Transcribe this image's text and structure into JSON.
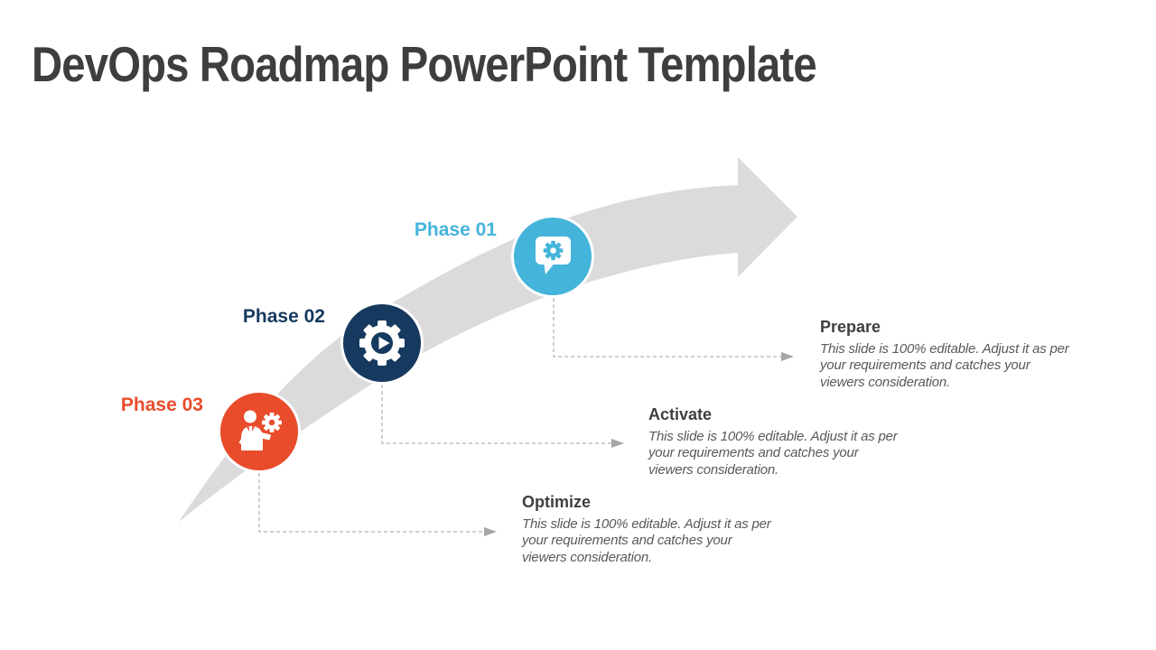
{
  "title": "DevOps Roadmap PowerPoint Template",
  "phases": [
    {
      "label": "Phase 01",
      "color": "#45B4DB",
      "icon": "chat-bubble-gear-icon",
      "step_title": "Prepare",
      "step_description": "This slide is 100% editable. Adjust it as per your requirements and catches your viewers consideration.",
      "step_description_lines": [
        "This slide is 100% editable. Adjust it as per",
        "your requirements and catches your",
        "viewers consideration."
      ]
    },
    {
      "label": "Phase 02",
      "color": "#16395F",
      "icon": "gear-play-icon",
      "step_title": "Activate",
      "step_description": "This slide is 100% editable. Adjust it as per your requirements and catches your viewers consideration.",
      "step_description_lines": [
        "This slide is 100% editable. Adjust it as per",
        "your requirements and catches your",
        "viewers consideration."
      ]
    },
    {
      "label": "Phase 03",
      "color": "#E84C2B",
      "icon": "person-gear-icon",
      "step_title": "Optimize",
      "step_description": "This slide is 100% editable. Adjust it as per your requirements and catches your viewers consideration.",
      "step_description_lines": [
        "This slide is 100% editable. Adjust it as per",
        "your requirements and catches your",
        "viewers consideration."
      ]
    }
  ],
  "colors": {
    "background": "#FFFFFF",
    "arrow": "#DBDBDB",
    "connector_line": "#B5B5B5",
    "connector_arrow": "#A6A6A6",
    "title_text": "#3E3E3E",
    "step_title_text": "#3F3F3F",
    "step_body_text": "#595959",
    "icon_fill": "#FFFFFF"
  }
}
